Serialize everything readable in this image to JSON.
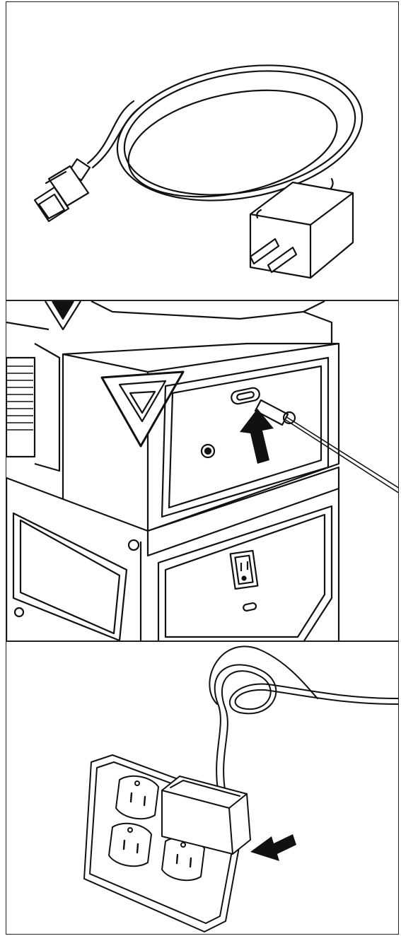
{
  "panels": [
    {
      "id": "charger-cable",
      "icon": "usb-c-charger-with-cable"
    },
    {
      "id": "plug-into-station",
      "icon": "usb-c-port-insert-arrow"
    },
    {
      "id": "plug-into-wall",
      "icon": "wall-outlet-insert-arrow"
    }
  ],
  "colors": {
    "line": "#111111",
    "background": "#ffffff",
    "fill_dark": "#1a1a1a"
  }
}
